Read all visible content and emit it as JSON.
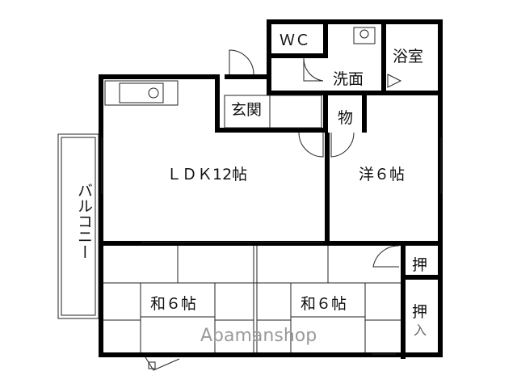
{
  "rooms": {
    "wc": "ＷＣ",
    "bath": "浴室",
    "washroom": "洗面",
    "entrance": "玄関",
    "storage": "物",
    "ldk": "ＬＤＫ12帖",
    "western_room": "洋６帖",
    "balcony": "バルコニー",
    "japanese_room_1": "和６帖",
    "japanese_room_2": "和６帖",
    "closet_1": "押",
    "closet_2": "押",
    "closet_2_suffix": "入"
  },
  "watermark": "Apamanshop",
  "colors": {
    "wall": "#000000",
    "thin": "#555555",
    "watermark": "#9a9a9a"
  }
}
